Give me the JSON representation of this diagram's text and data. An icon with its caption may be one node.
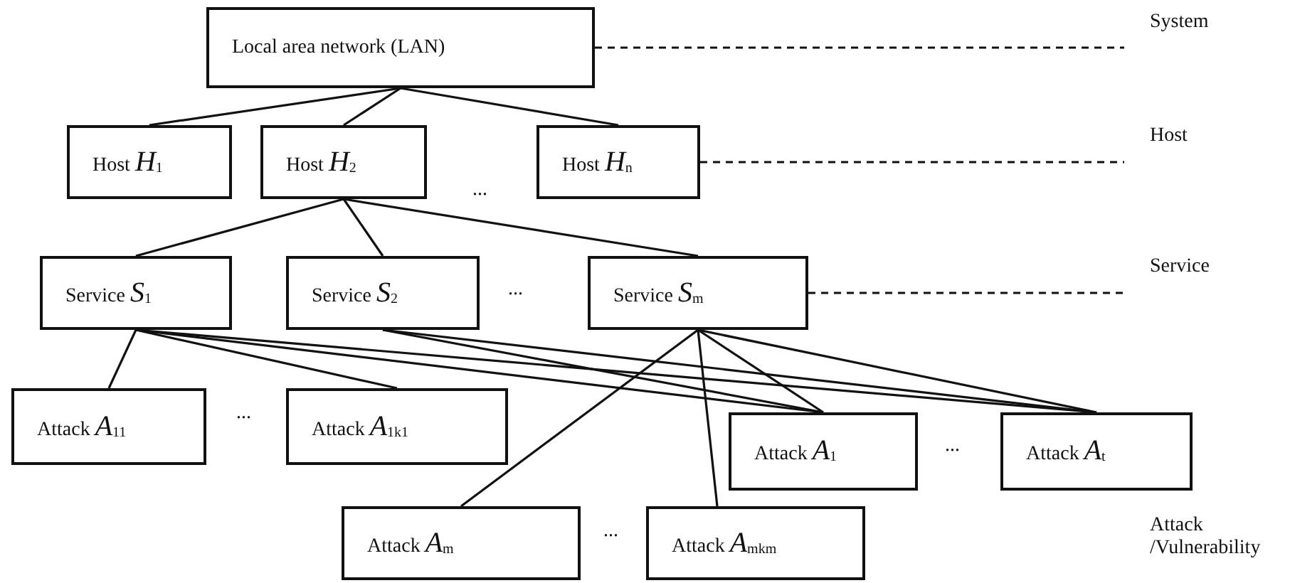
{
  "diagram": {
    "nodes": [
      {
        "text": [
          "Local area network (LAN)"
        ]
      },
      {
        "text": [
          "Host *H*$_{1}$"
        ]
      },
      {
        "text": [
          "Host *H*$_{2}$"
        ]
      },
      {
        "text": [
          "Host *H*$_{n}$"
        ]
      },
      {
        "text": [
          "Service *S*$_{1}$"
        ]
      },
      {
        "text": [
          "Service *S*$_{2}$"
        ]
      },
      {
        "text": [
          "Service *S*$_{m}$"
        ]
      },
      {
        "text": [
          "Attack *A*$_{11}$"
        ]
      },
      {
        "text": [
          "Attack *A*$_{1k1}$"
        ]
      },
      {
        "text": [
          "Attack *A*$_{1}$"
        ]
      },
      {
        "text": [
          "Attack *A*$_{t}$"
        ]
      },
      {
        "text": [
          "Attack *A*$_{m}$"
        ]
      },
      {
        "text": [
          "Attack *A*$_{mkm}$"
        ]
      },
      {
        "text": [
          "System"
        ]
      },
      {
        "text": [
          "Host"
        ]
      },
      {
        "text": [
          "Service"
        ]
      }
    ],
    "edges": [
      {
        "from": 0,
        "to": 1,
        "arrow": "none"
      },
      {
        "from": 0,
        "to": 2,
        "arrow": "none"
      },
      {
        "from": 0,
        "to": 3,
        "arrow": "none"
      },
      {
        "from": 2,
        "to": 4,
        "arrow": "none"
      },
      {
        "from": 2,
        "to": 5,
        "arrow": "none"
      },
      {
        "from": 2,
        "to": 6,
        "arrow": "none"
      },
      {
        "from": 4,
        "to": 7,
        "arrow": "none"
      },
      {
        "from": 4,
        "to": 8,
        "arrow": "none"
      },
      {
        "from": 4,
        "to": 9,
        "arrow": "none"
      },
      {
        "from": 4,
        "to": 10,
        "arrow": "none"
      },
      {
        "from": 5,
        "to": 9,
        "arrow": "none"
      },
      {
        "from": 5,
        "to": 10,
        "arrow": "none"
      },
      {
        "from": 6,
        "to": 9,
        "arrow": "none"
      },
      {
        "from": 6,
        "to": 10,
        "arrow": "none"
      },
      {
        "from": 6,
        "to": 11,
        "arrow": "none"
      },
      {
        "from": 6,
        "to": 12,
        "arrow": "none"
      },
      {
        "from": 0,
        "to": 13,
        "arrow": "none",
        "style": "dashed"
      },
      {
        "from": 3,
        "to": 14,
        "arrow": "none",
        "style": "dashed"
      },
      {
        "from": 6,
        "to": 15,
        "arrow": "none",
        "style": "dashed"
      }
    ],
    "labels": [
      "...",
      "...",
      "...",
      "...",
      "...",
      "Attack /Vulnerability"
    ]
  }
}
